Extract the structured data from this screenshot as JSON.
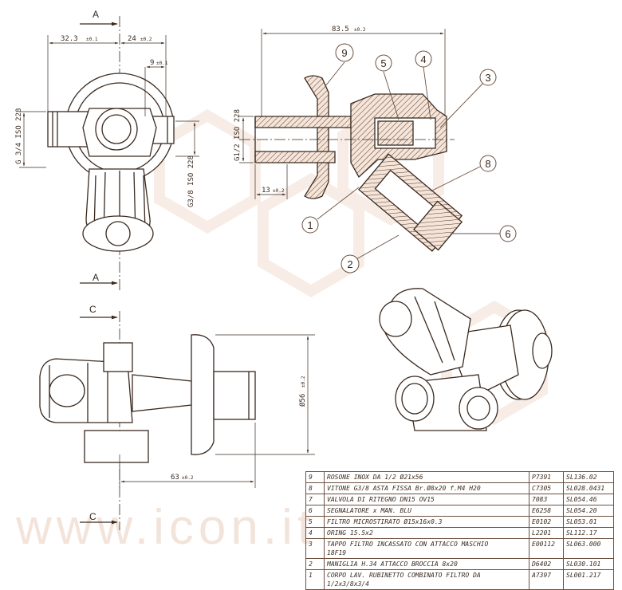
{
  "watermark": "www.icon.it",
  "section_labels": {
    "a_top": "A",
    "a_bottom": "A",
    "c_top": "C",
    "c_bottom": "C"
  },
  "dimensions": {
    "d_32_3": "32.3",
    "d_32_3_tol": "±0.1",
    "d_24": "24",
    "d_24_tol": "±0.2",
    "d_9": "9",
    "d_9_tol": "±0.1",
    "d_83_5": "83.5",
    "d_83_5_tol": "±0.2",
    "d_13": "13",
    "d_13_tol": "±0.2",
    "d_63": "63",
    "d_63_tol": "±0.2",
    "d_56": "Ø56",
    "d_56_tol": "±0.2",
    "thread_g34": "G 3/4 ISO 228",
    "thread_g38": "G3/8 ISO 228",
    "thread_g12": "G1/2 ISO 228"
  },
  "balloons": [
    "1",
    "2",
    "3",
    "4",
    "5",
    "6",
    "8",
    "9"
  ],
  "parts": [
    {
      "pos": "9",
      "description": "ROSONE INOX DA 1/2  Ø21x56",
      "code": "P7391",
      "ref": "SL136.02"
    },
    {
      "pos": "8",
      "description": "VITONE G3/8 ASTA FISSA Br.Ø8x20 f.M4 H20",
      "code": "C7305",
      "ref": "SL028.0431"
    },
    {
      "pos": "7",
      "description": "VALVOLA DI RITEGNO DN15 OV15",
      "code": "7083",
      "ref": "SL054.46"
    },
    {
      "pos": "6",
      "description": "SEGNALATORE x MAN. BLU",
      "code": "E6258",
      "ref": "SL054.20"
    },
    {
      "pos": "5",
      "description": "FILTRO MICROSTIRATO Ø15x16x0.3",
      "code": "E0102",
      "ref": "SL053.01"
    },
    {
      "pos": "4",
      "description": "ORING  15.5x2",
      "code": "L2201",
      "ref": "SL112.17"
    },
    {
      "pos": "3",
      "description": "TAPPO FILTRO INCASSATO CON ATTACCO MASCHIO",
      "description2": "18F19",
      "code": "E00112",
      "ref": "SL063.000"
    },
    {
      "pos": "2",
      "description": "MANIGLIA  H.34 ATTACCO BROCCIA 8x20",
      "code": "D6402",
      "ref": "SL030.101"
    },
    {
      "pos": "1",
      "description": "CORPO LAV. RUBINETTO COMBINATO FILTRO DA",
      "description2": "1/2x3/8x3/4",
      "code": "A7397",
      "ref": "SL001.217"
    }
  ],
  "colors": {
    "line": "#3a2a1f",
    "cut_fill": "#f6e4d8",
    "watermark": "#efdccf",
    "balloon_line": "#6b5040"
  }
}
